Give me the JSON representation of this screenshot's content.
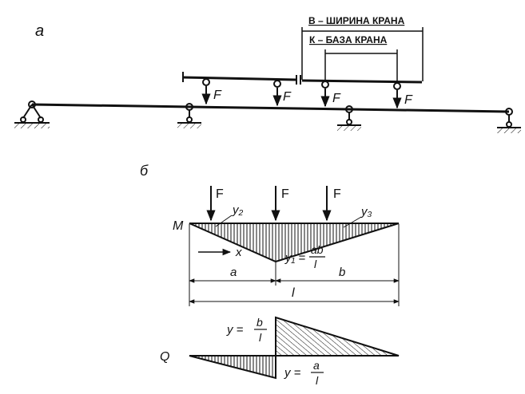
{
  "labels": {
    "part_a": "а",
    "part_b": "б",
    "crane_width": "В – ШИРИНА КРАНА",
    "crane_base": "К – БАЗА КРАНА",
    "force": "F",
    "moment": "M",
    "shear": "Q",
    "x_axis": "x",
    "seg_a": "a",
    "seg_b": "b",
    "span": "l",
    "y1": "y₁ =",
    "y2": "y₂",
    "y3": "y₃",
    "frac_ab_num": "ab",
    "frac_ab_den": "l",
    "y_eq": "y =",
    "frac_b_num": "b",
    "frac_b_den": "l",
    "frac_a_num": "a",
    "frac_a_den": "l"
  }
}
